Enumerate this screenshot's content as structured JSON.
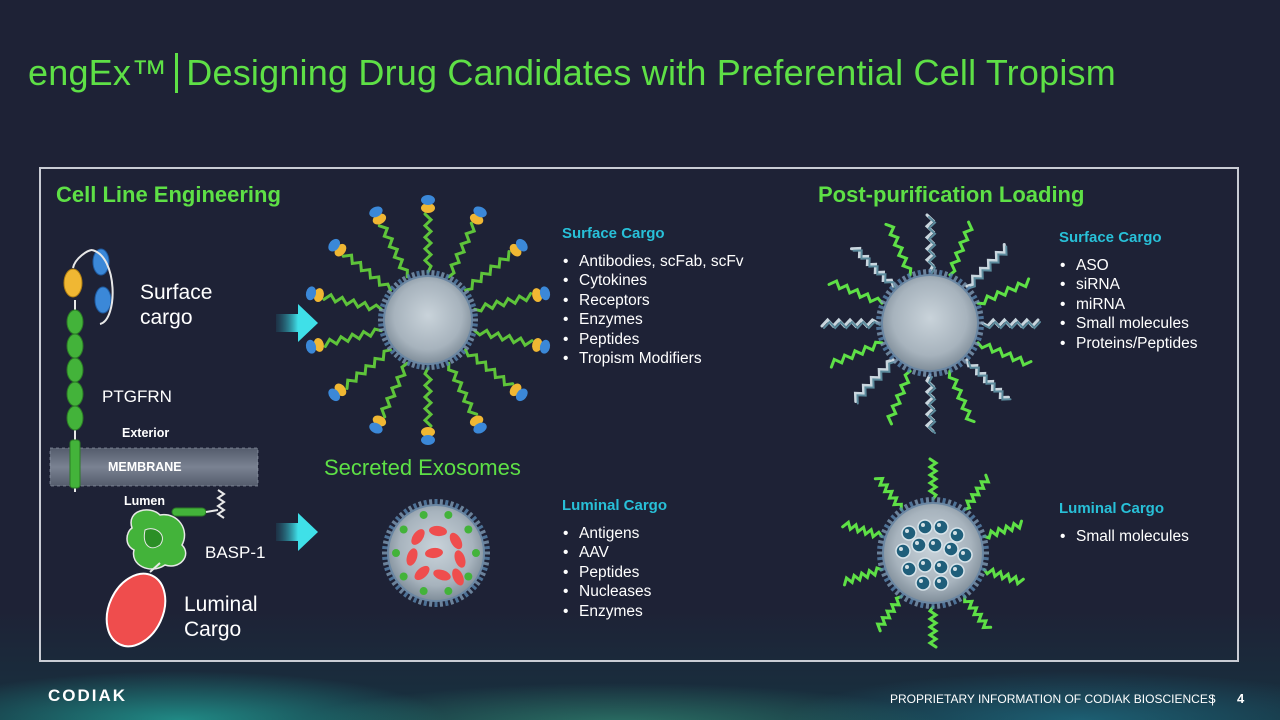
{
  "title": {
    "main": "engEx™",
    "sub": "Designing Drug Candidates with Preferential Cell Tropism"
  },
  "left_section": {
    "heading": "Cell Line Engineering",
    "surface_cargo_label": "Surface\ncargo",
    "ptgfrn_label": "PTGFRN",
    "exterior_label": "Exterior",
    "membrane_label": "MEMBRANE",
    "lumen_label": "Lumen",
    "basp1_label": "BASP-1",
    "luminal_cargo_label": "Luminal\nCargo"
  },
  "secreted_exosomes_label": "Secreted Exosomes",
  "surface_cargo_1": {
    "heading": "Surface Cargo",
    "items": [
      "Antibodies, scFab, scFv",
      "Cytokines",
      "Receptors",
      "Enzymes",
      "Peptides",
      "Tropism Modifiers"
    ]
  },
  "luminal_cargo_1": {
    "heading": "Luminal Cargo",
    "items": [
      "Antigens",
      "AAV",
      "Peptides",
      "Nucleases",
      "Enzymes"
    ]
  },
  "right_section": {
    "heading": "Post-purification Loading"
  },
  "surface_cargo_2": {
    "heading": "Surface Cargo",
    "items": [
      "ASO",
      "siRNA",
      "miRNA",
      "Small molecules",
      "Proteins/Peptides"
    ]
  },
  "luminal_cargo_2": {
    "heading": "Luminal Cargo",
    "items": [
      "Small molecules"
    ]
  },
  "footer": {
    "notice": "PROPRIETARY INFORMATION OF CODIAK BIOSCIENCES",
    "page": "4",
    "logo": "CODIAK"
  },
  "colors": {
    "accent_green": "#5ee046",
    "cyan": "#28c0d8",
    "background": "#1e2236",
    "luminal_red": "#ef4d4d"
  }
}
